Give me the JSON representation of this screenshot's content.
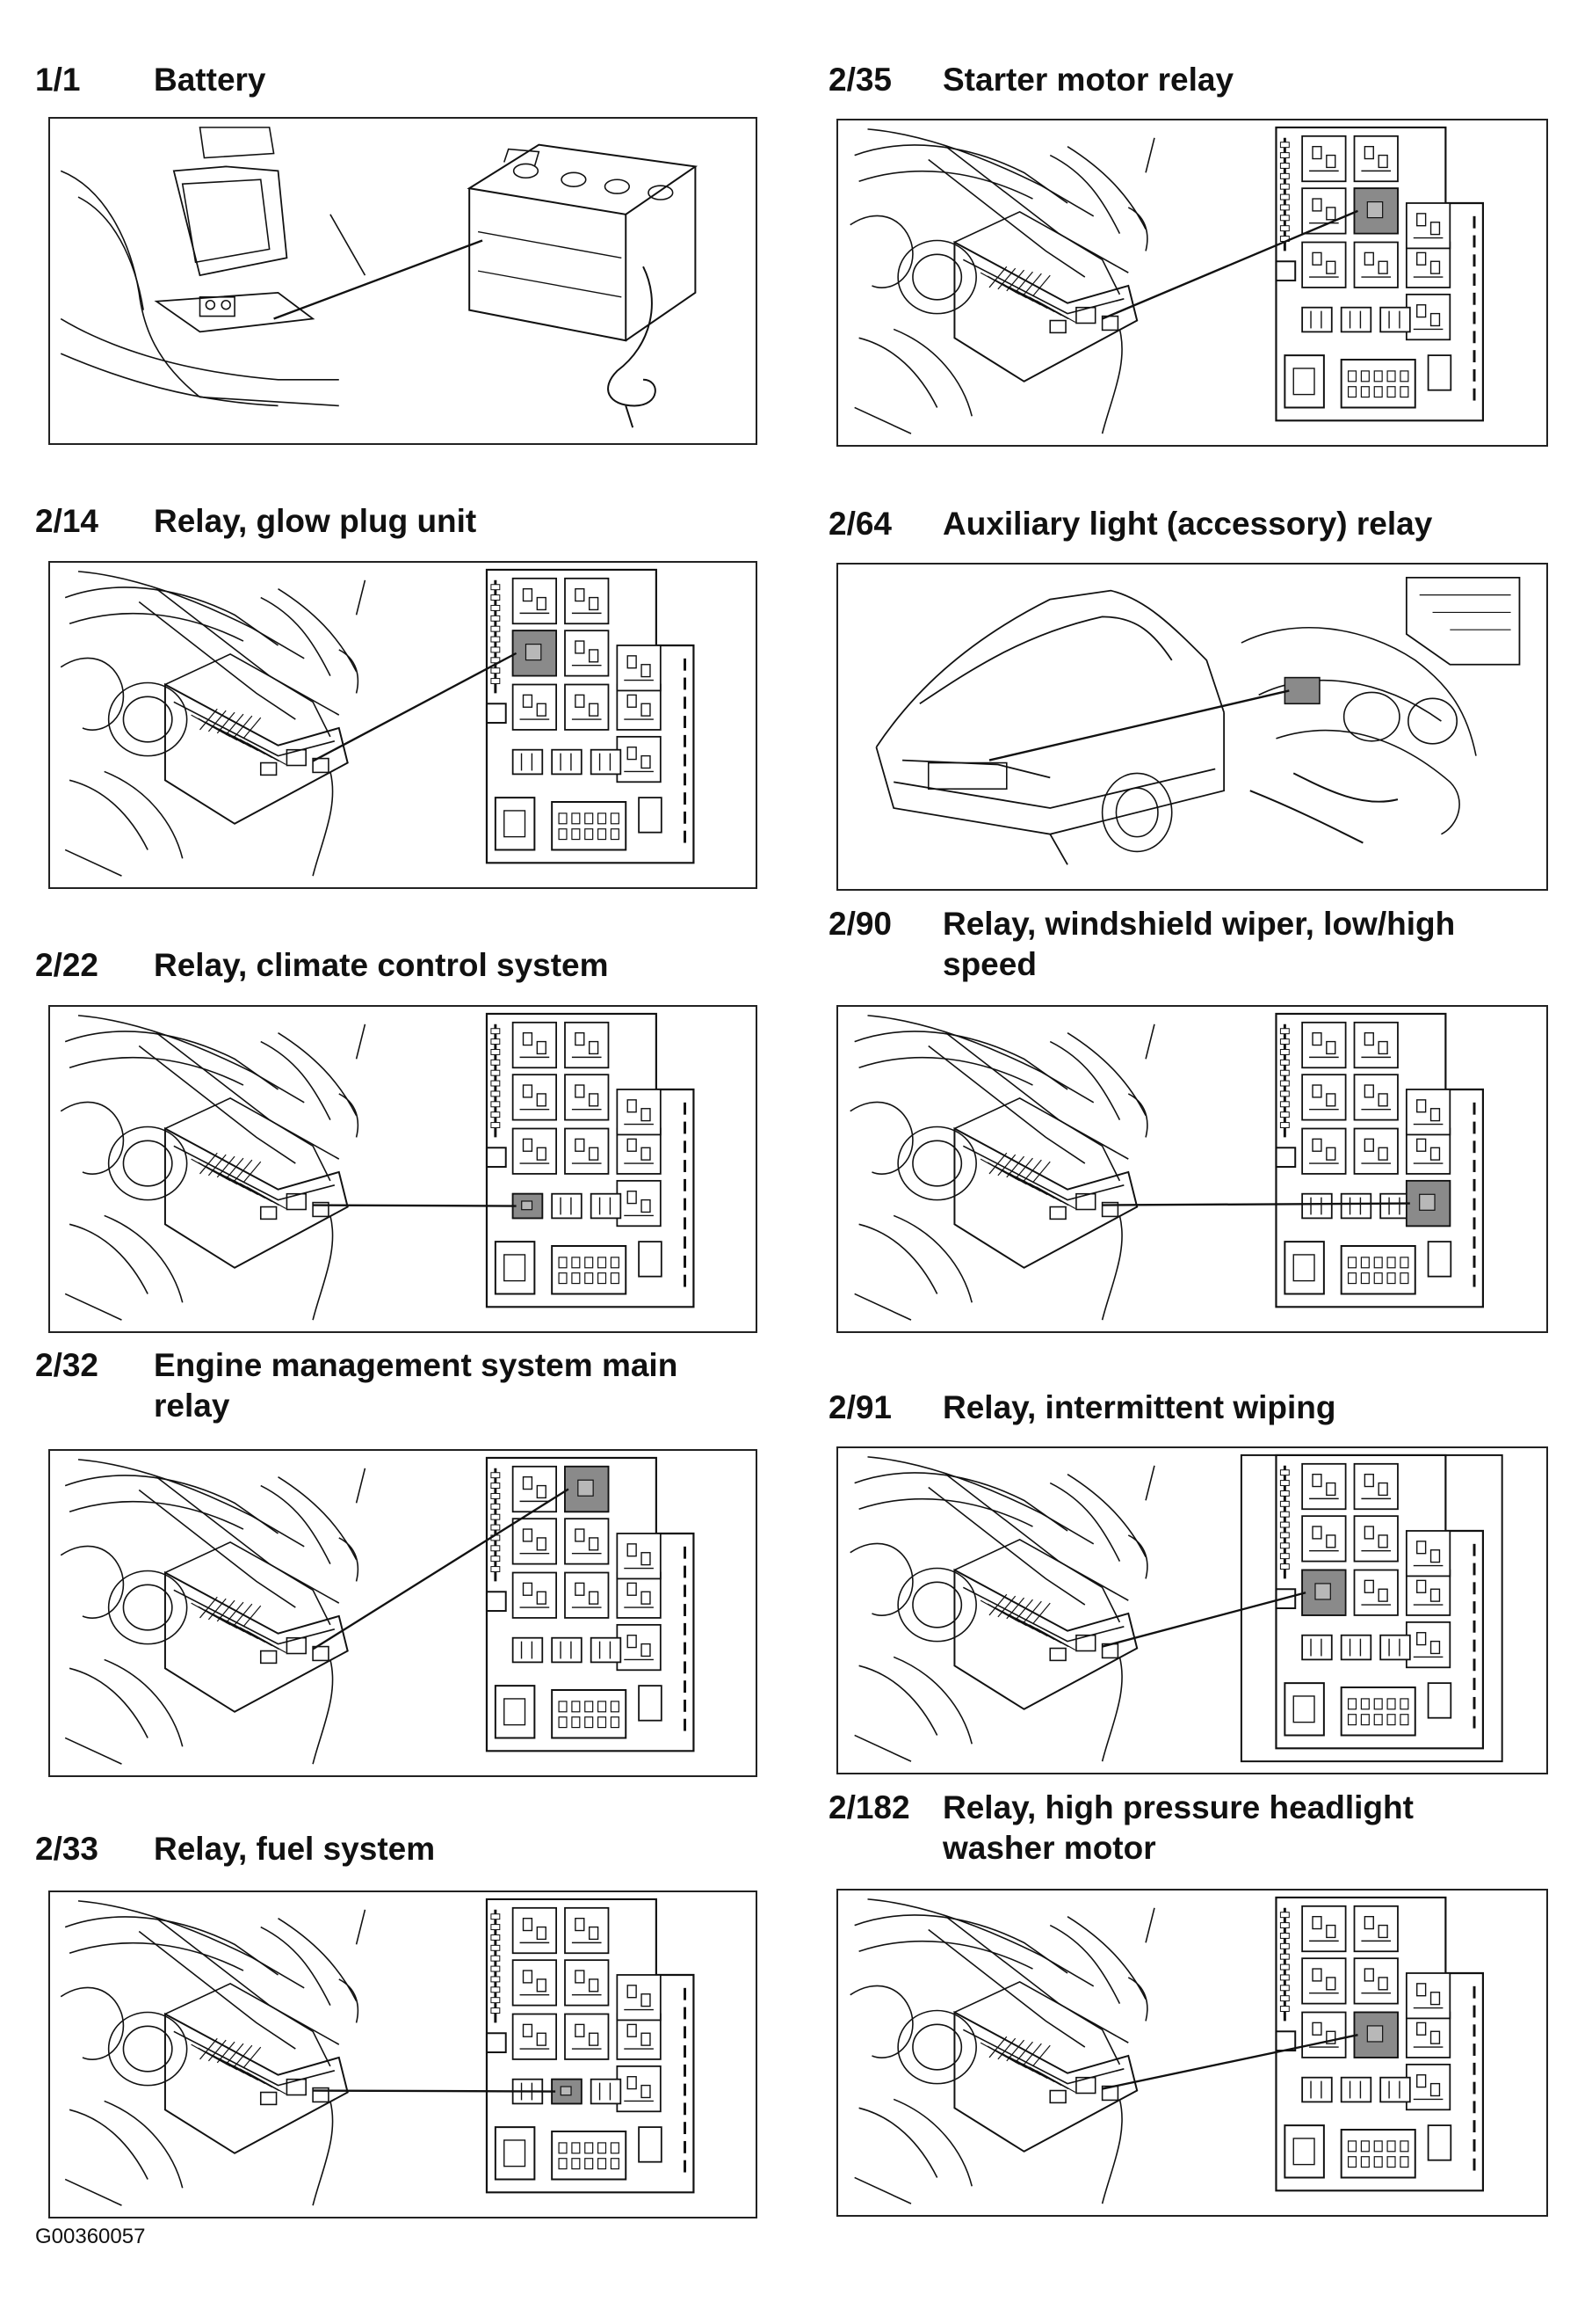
{
  "items": [
    {
      "code": "1/1",
      "title": [
        "Battery"
      ],
      "kind": "battery"
    },
    {
      "code": "2/14",
      "title": [
        "Relay, glow plug unit"
      ],
      "kind": "box",
      "hl": "r2"
    },
    {
      "code": "2/22",
      "title": [
        "Relay, climate control system"
      ],
      "kind": "box",
      "hl": "s1"
    },
    {
      "code": "2/32",
      "title": [
        "Engine management system main",
        "relay"
      ],
      "kind": "box",
      "hl": "r1"
    },
    {
      "code": "2/33",
      "title": [
        "Relay, fuel system"
      ],
      "kind": "box",
      "hl": "s2"
    },
    {
      "code": "2/35",
      "title": [
        "Starter motor relay"
      ],
      "kind": "box",
      "hl": "r2b"
    },
    {
      "code": "2/64",
      "title": [
        "Auxiliary light (accessory) relay"
      ],
      "kind": "car"
    },
    {
      "code": "2/90",
      "title": [
        "Relay, windshield wiper, low/high",
        "speed"
      ],
      "kind": "box",
      "hl": "s3"
    },
    {
      "code": "2/91",
      "title": [
        "Relay, intermittent wiping"
      ],
      "kind": "box",
      "hl": "m1",
      "framed": true
    },
    {
      "code": "2/182",
      "title": [
        "Relay, high pressure headlight",
        "washer motor"
      ],
      "kind": "box",
      "hl": "m3"
    }
  ],
  "footer": "G00360057"
}
